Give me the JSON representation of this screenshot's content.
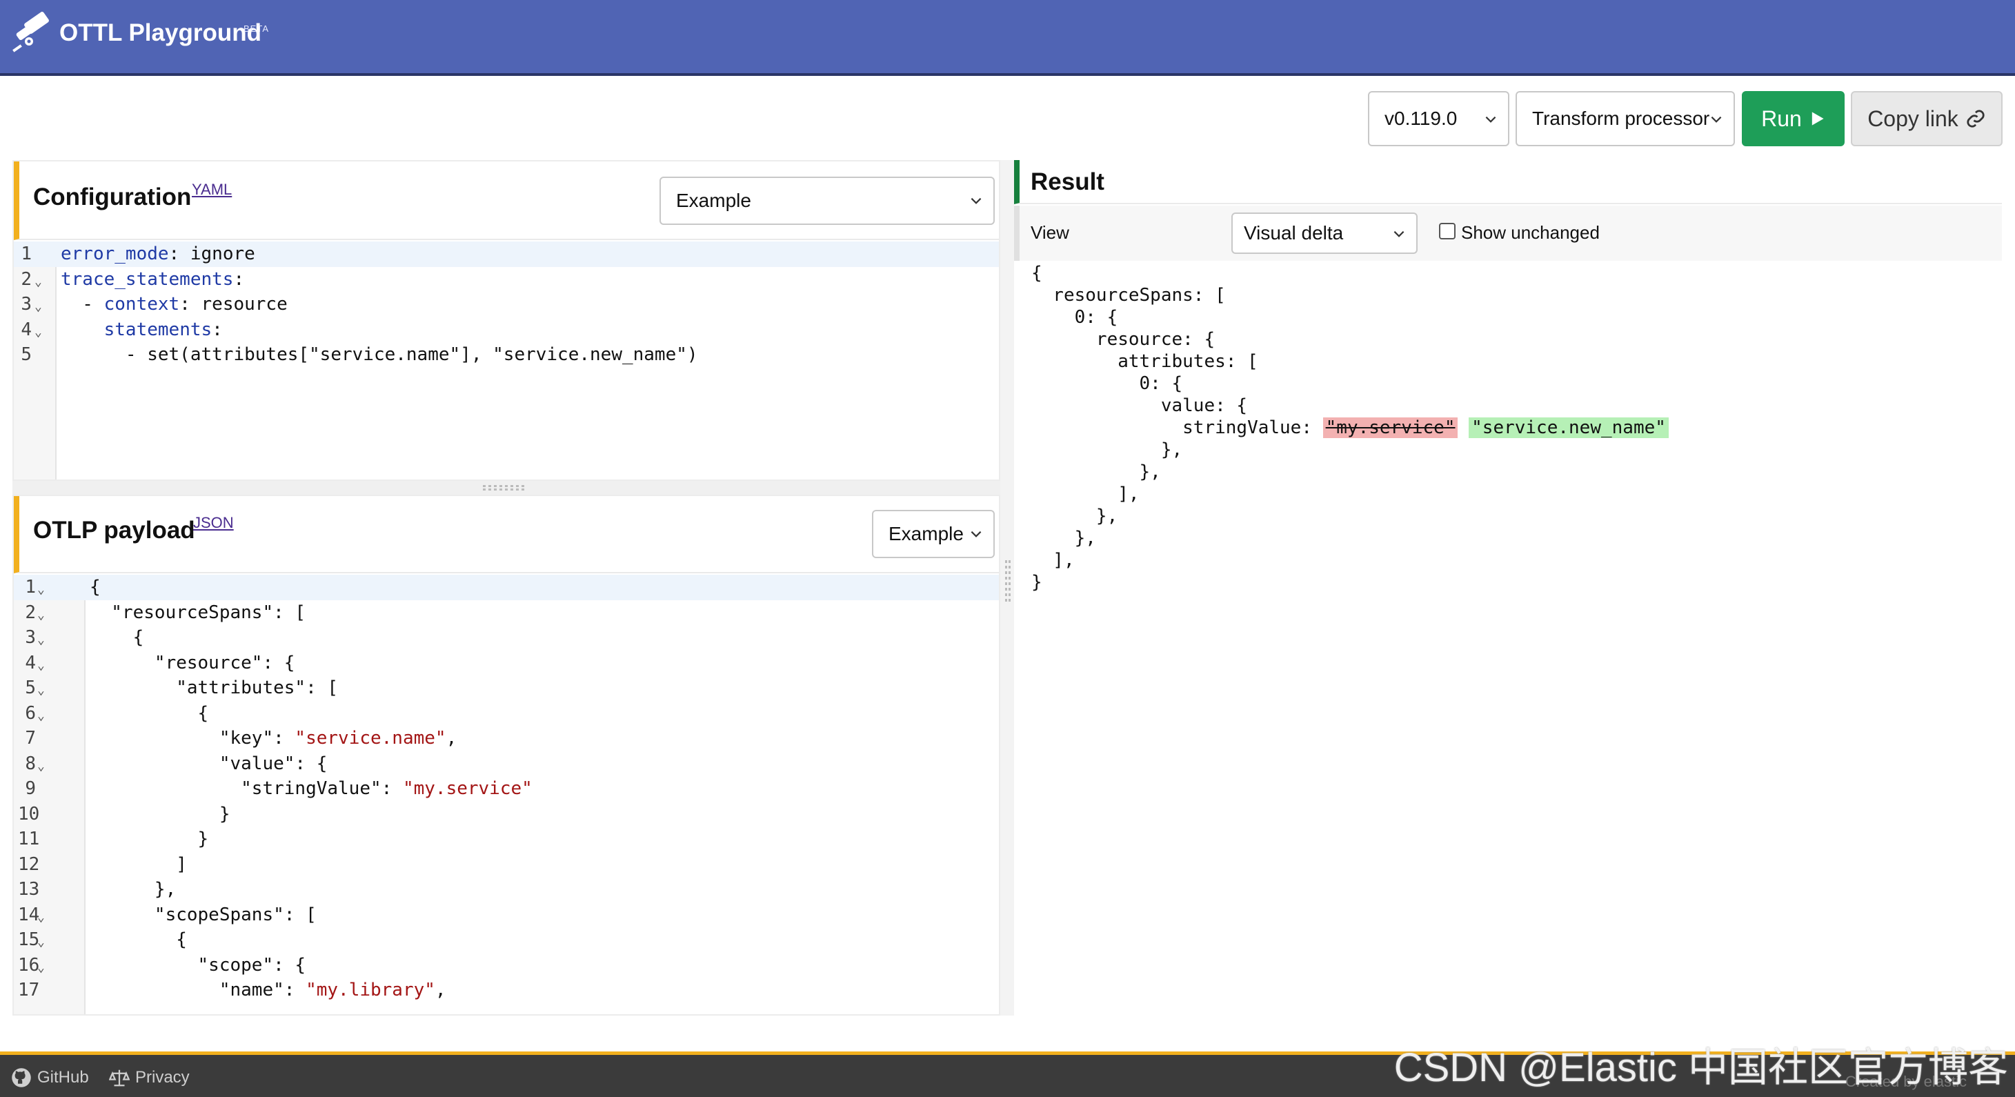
{
  "app": {
    "title": "OTTL Playground",
    "badge": "BETA"
  },
  "toolbar": {
    "version": "v0.119.0",
    "processor": "Transform processor",
    "run_label": "Run",
    "copy_label": "Copy link"
  },
  "config": {
    "title": "Configuration",
    "format": "YAML",
    "example_select": "Example",
    "lines": [
      {
        "n": "1",
        "fold": false,
        "parts": [
          {
            "t": "error_mode",
            "c": "k"
          },
          {
            "t": ": ignore",
            "c": ""
          }
        ]
      },
      {
        "n": "2",
        "fold": true,
        "parts": [
          {
            "t": "trace_statements",
            "c": "k"
          },
          {
            "t": ":",
            "c": ""
          }
        ]
      },
      {
        "n": "3",
        "fold": true,
        "parts": [
          {
            "t": "  - ",
            "c": ""
          },
          {
            "t": "context",
            "c": "k"
          },
          {
            "t": ": resource",
            "c": ""
          }
        ]
      },
      {
        "n": "4",
        "fold": true,
        "parts": [
          {
            "t": "    ",
            "c": ""
          },
          {
            "t": "statements",
            "c": "k"
          },
          {
            "t": ":",
            "c": ""
          }
        ]
      },
      {
        "n": "5",
        "fold": false,
        "parts": [
          {
            "t": "      - set(attributes[\"service.name\"], \"service.new_name\")",
            "c": ""
          }
        ]
      }
    ]
  },
  "payload": {
    "title": "OTLP payload",
    "format": "JSON",
    "example_select": "Example",
    "lines": [
      {
        "n": "1",
        "fold": true,
        "parts": [
          {
            "t": "{",
            "c": ""
          }
        ]
      },
      {
        "n": "2",
        "fold": true,
        "parts": [
          {
            "t": "  \"resourceSpans\": [",
            "c": ""
          }
        ]
      },
      {
        "n": "3",
        "fold": true,
        "parts": [
          {
            "t": "    {",
            "c": ""
          }
        ]
      },
      {
        "n": "4",
        "fold": true,
        "parts": [
          {
            "t": "      \"resource\": {",
            "c": ""
          }
        ]
      },
      {
        "n": "5",
        "fold": true,
        "parts": [
          {
            "t": "        \"attributes\": [",
            "c": ""
          }
        ]
      },
      {
        "n": "6",
        "fold": true,
        "parts": [
          {
            "t": "          {",
            "c": ""
          }
        ]
      },
      {
        "n": "7",
        "fold": false,
        "parts": [
          {
            "t": "            \"key\": ",
            "c": ""
          },
          {
            "t": "\"service.name\"",
            "c": "s"
          },
          {
            "t": ",",
            "c": ""
          }
        ]
      },
      {
        "n": "8",
        "fold": true,
        "parts": [
          {
            "t": "            \"value\": {",
            "c": ""
          }
        ]
      },
      {
        "n": "9",
        "fold": false,
        "parts": [
          {
            "t": "              \"stringValue\": ",
            "c": ""
          },
          {
            "t": "\"my.service\"",
            "c": "s"
          }
        ]
      },
      {
        "n": "10",
        "fold": false,
        "parts": [
          {
            "t": "            }",
            "c": ""
          }
        ]
      },
      {
        "n": "11",
        "fold": false,
        "parts": [
          {
            "t": "          }",
            "c": ""
          }
        ]
      },
      {
        "n": "12",
        "fold": false,
        "parts": [
          {
            "t": "        ]",
            "c": ""
          }
        ]
      },
      {
        "n": "13",
        "fold": false,
        "parts": [
          {
            "t": "      },",
            "c": ""
          }
        ]
      },
      {
        "n": "14",
        "fold": true,
        "parts": [
          {
            "t": "      \"scopeSpans\": [",
            "c": ""
          }
        ]
      },
      {
        "n": "15",
        "fold": true,
        "parts": [
          {
            "t": "        {",
            "c": ""
          }
        ]
      },
      {
        "n": "16",
        "fold": true,
        "parts": [
          {
            "t": "          \"scope\": {",
            "c": ""
          }
        ]
      },
      {
        "n": "17",
        "fold": false,
        "parts": [
          {
            "t": "            \"name\": ",
            "c": ""
          },
          {
            "t": "\"my.library\"",
            "c": "s"
          },
          {
            "t": ",",
            "c": ""
          }
        ]
      }
    ]
  },
  "result": {
    "title": "Result",
    "view_label": "View",
    "view_select": "Visual delta",
    "show_unchanged": "Show unchanged",
    "lines": [
      "{",
      "  resourceSpans: [",
      "    0: {",
      "      resource: {",
      "        attributes: [",
      "          0: {",
      "            value: {",
      "              stringValue: ",
      "            },",
      "          },",
      "        ],",
      "      },",
      "    },",
      "  ],",
      "}"
    ],
    "diff_old": "\"my.service\"",
    "diff_new": "\"service.new_name\""
  },
  "footer": {
    "github": "GitHub",
    "privacy": "Privacy",
    "watermark": "CSDN @Elastic 中国社区官方博客",
    "credit": "Created by elastic"
  }
}
